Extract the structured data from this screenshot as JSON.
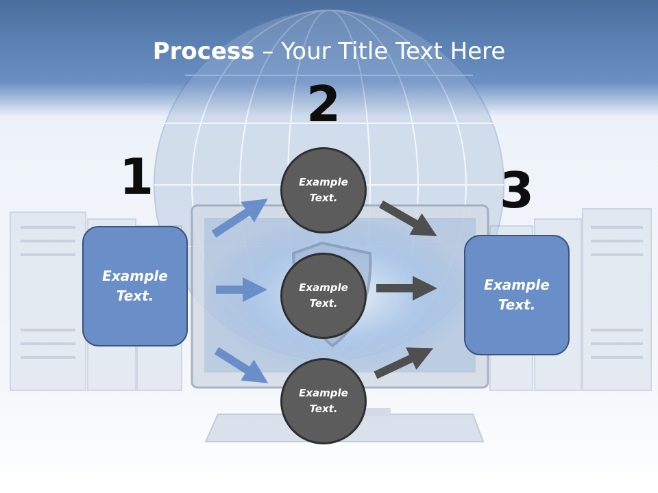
{
  "title": {
    "bold": "Process",
    "rest": " – Your Title Text Here"
  },
  "steps": [
    {
      "number": "1",
      "label": "Example\nText."
    },
    {
      "number": "2",
      "label": "Example\nText."
    },
    {
      "number": "3",
      "label": "Example\nText."
    }
  ],
  "circles": [
    {
      "label": "Example\nText."
    },
    {
      "label": "Example\nText."
    },
    {
      "label": "Example\nText."
    }
  ],
  "colors": {
    "box_fill": "#6a8fc8",
    "box_border": "#3c5378",
    "circle_fill": "#5c5c5c",
    "blue_arrow": "#6a8fc8",
    "gray_arrow": "#4f4f4f",
    "banner": "#5d83b6"
  }
}
